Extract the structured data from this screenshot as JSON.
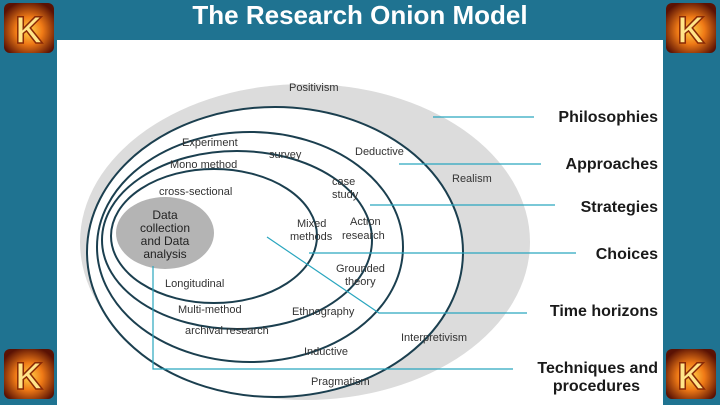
{
  "title": "The Research Onion Model",
  "logo_letter": "K",
  "layers": {
    "philosophy_items": [
      "Positivism",
      "Realism",
      "Interpretivism",
      "Pragmatism"
    ],
    "approach_items": [
      "Deductive",
      "Inductive"
    ],
    "strategy_items": [
      "Experiment",
      "survey",
      "case",
      "study",
      "Action",
      "research",
      "Grounded",
      "theory",
      "Ethnography",
      "archival research"
    ],
    "choice_items": [
      "Mono method",
      "Mixed",
      "methods",
      "Multi-method"
    ],
    "time_items": [
      "cross-sectional",
      "Longitudinal"
    ],
    "core": [
      "Data",
      "collection",
      "and Data",
      "analysis"
    ]
  },
  "categories": {
    "philosophies": "Philosophies",
    "approaches": "Approaches",
    "strategies": "Strategies",
    "choices": "Choices",
    "time_horizons": "Time horizons",
    "techniques_line1": "Techniques and",
    "techniques_line2": "procedures"
  },
  "colors": {
    "background": "#1f7391",
    "outer_fill": "#dcdcdc",
    "ring_stroke": "#1b3f4f",
    "core_fill": "#b4b4b4",
    "leader_line": "#2aa6bf"
  }
}
